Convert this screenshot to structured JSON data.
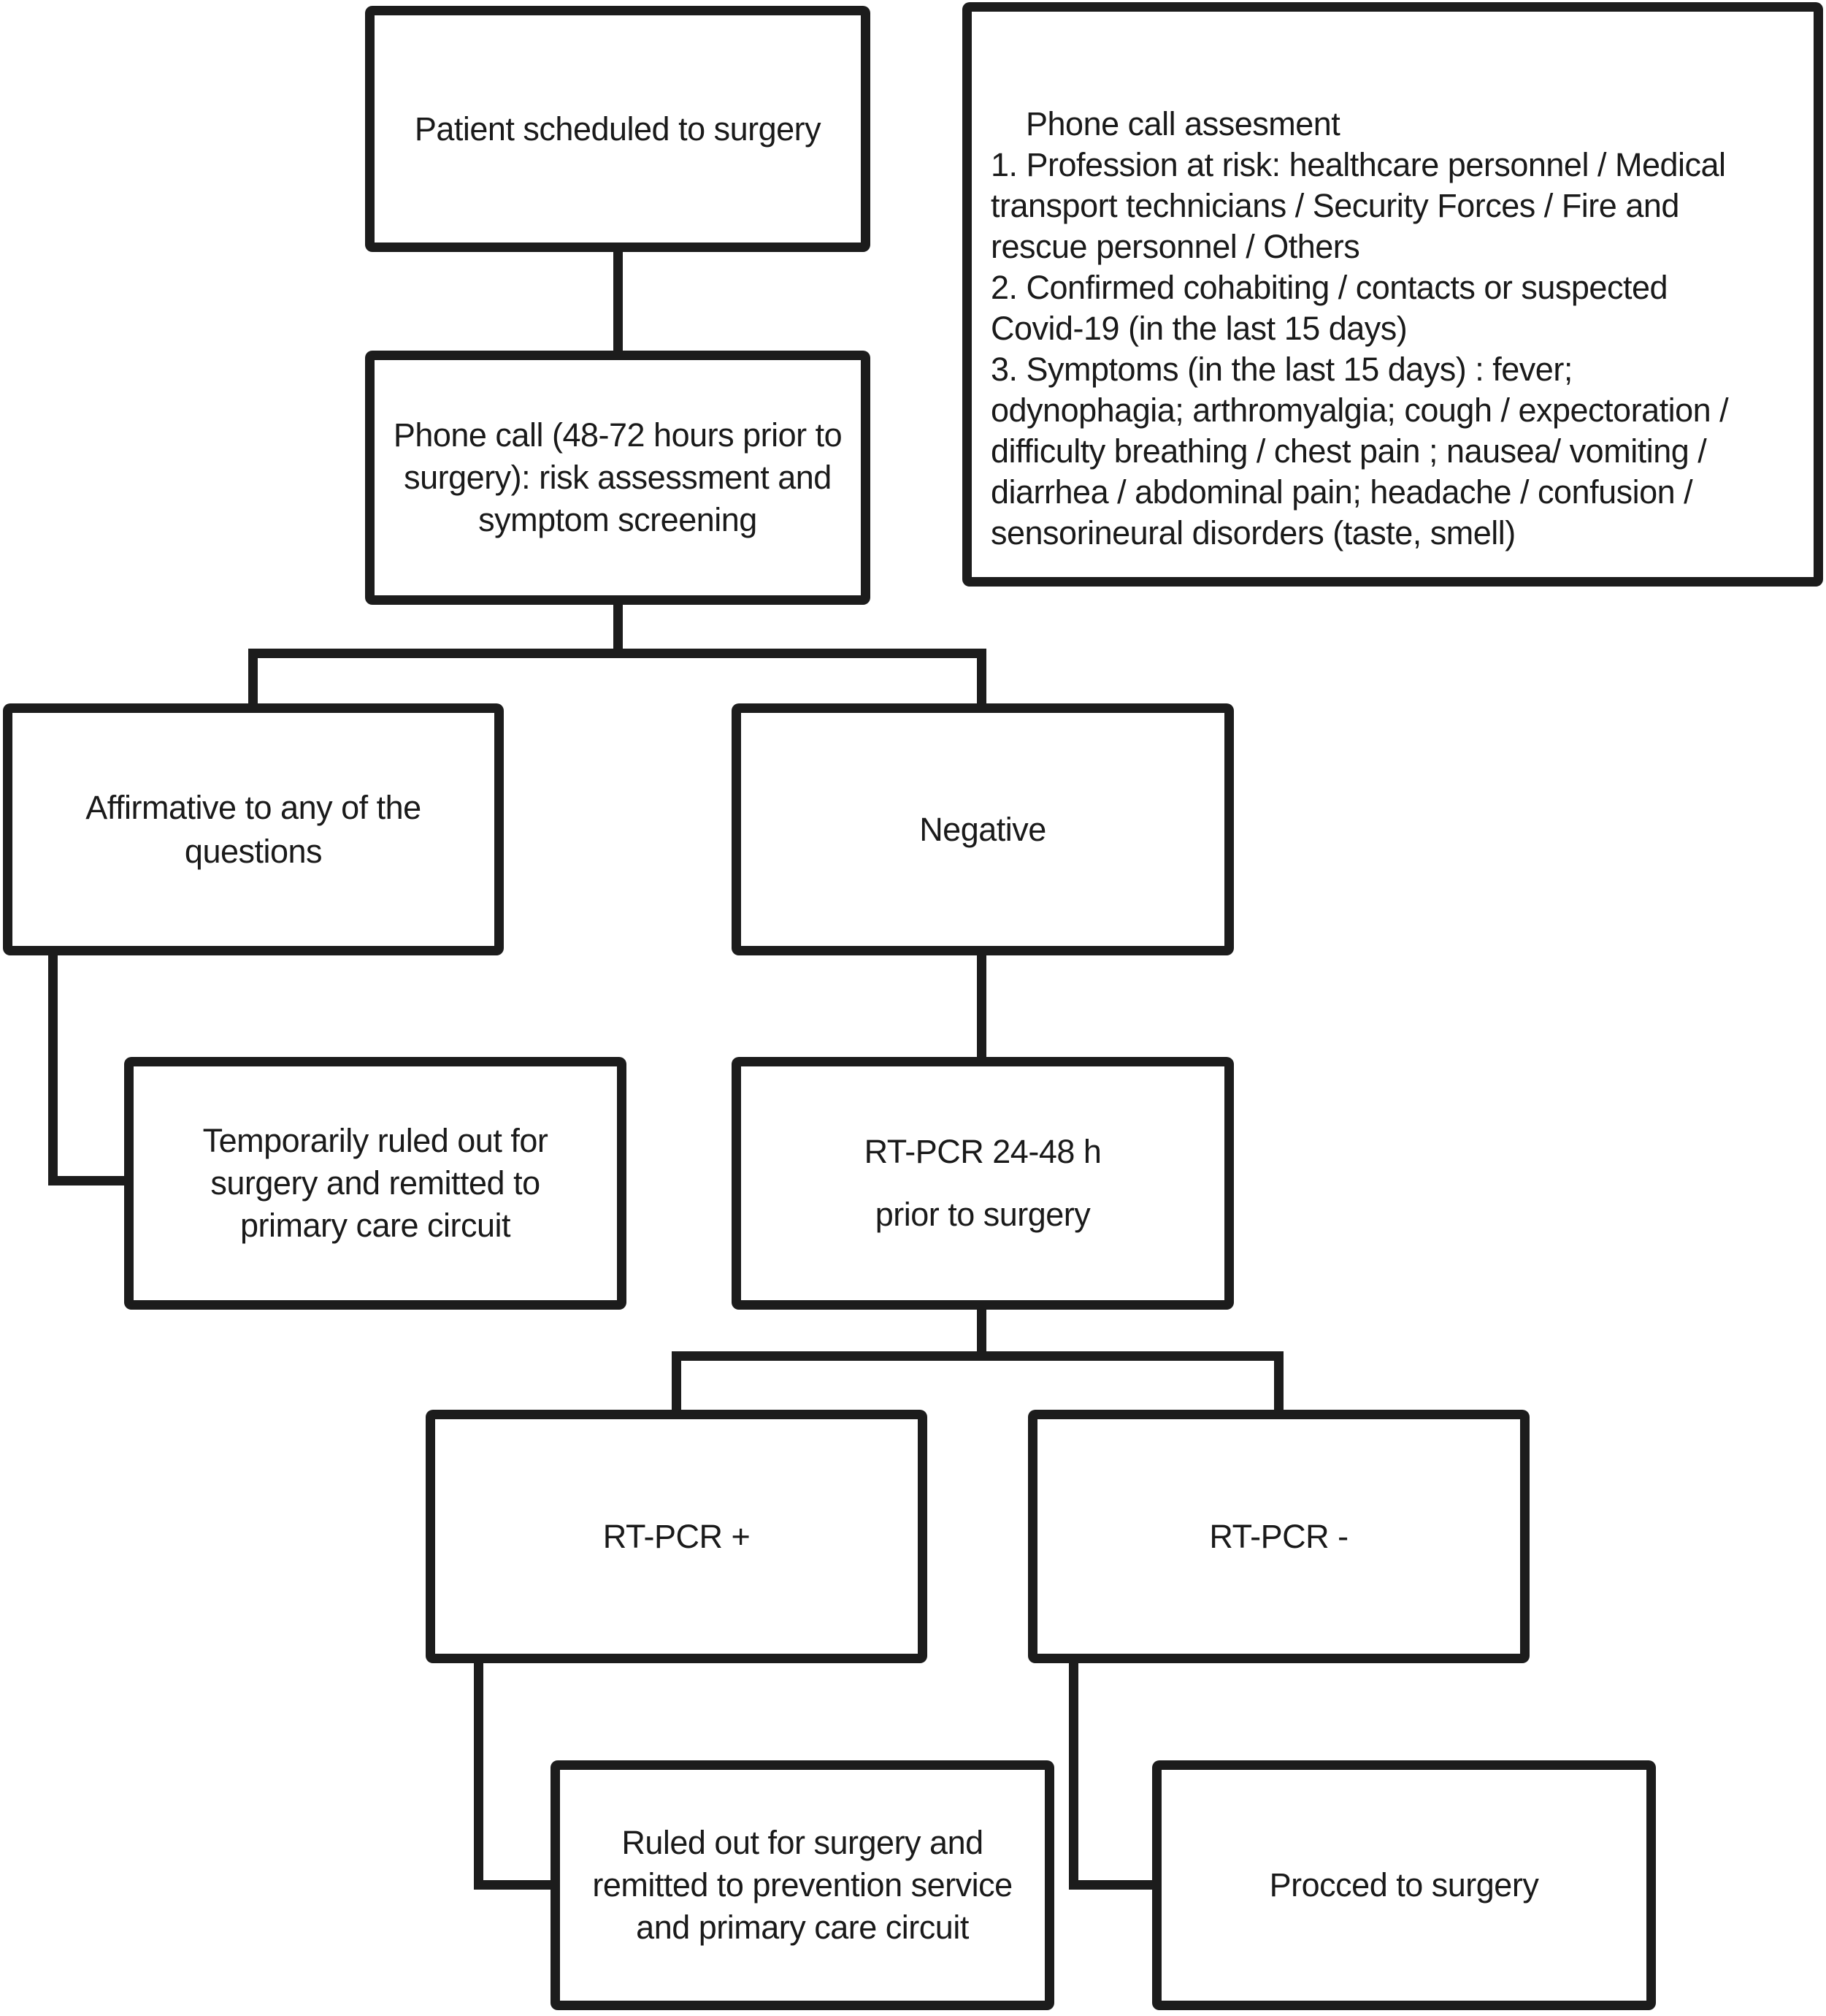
{
  "colors": {
    "line": "#1c1c1c",
    "text": "#1a1a1a",
    "background": "#ffffff"
  },
  "nodes": {
    "patient": {
      "text": "Patient scheduled to surgery"
    },
    "phone_call": {
      "text": "Phone call (48-72 hours prior to\nsurgery): risk assessment and\nsymptom screening"
    },
    "assessment_info": {
      "text": "Phone call assesment\n1. Profession at risk: healthcare personnel / Medical\ntransport technicians / Security Forces / Fire and\nrescue personnel / Others\n2. Confirmed cohabiting / contacts or suspected\nCovid-19 (in the last 15 days)\n3. Symptoms (in the last 15 days) : fever;\nodynophagia; arthromyalgia; cough / expectoration /\ndifficulty breathing / chest pain ; nausea/ vomiting /\ndiarrhea / abdominal pain; headache / confusion /\nsensorineural disorders (taste, smell)"
    },
    "affirmative": {
      "text": "Affirmative to any of the\nquestions"
    },
    "negative": {
      "text": "Negative"
    },
    "temporarily_ruled_out": {
      "text": "Temporarily ruled out for\nsurgery and remitted to\nprimary care circuit"
    },
    "rt_pcr_test": {
      "text": "RT-PCR 24-48 h\nprior to surgery"
    },
    "rt_pcr_positive": {
      "text": "RT-PCR +"
    },
    "rt_pcr_negative": {
      "text": "RT-PCR -"
    },
    "ruled_out": {
      "text": "Ruled out for surgery and\nremitted to prevention service\nand primary care circuit"
    },
    "proceed": {
      "text": "Procced to surgery"
    }
  },
  "edges": [
    {
      "from": "patient",
      "to": "phone_call"
    },
    {
      "from": "phone_call",
      "to": "affirmative"
    },
    {
      "from": "phone_call",
      "to": "negative"
    },
    {
      "from": "affirmative",
      "to": "temporarily_ruled_out"
    },
    {
      "from": "negative",
      "to": "rt_pcr_test"
    },
    {
      "from": "rt_pcr_test",
      "to": "rt_pcr_positive"
    },
    {
      "from": "rt_pcr_test",
      "to": "rt_pcr_negative"
    },
    {
      "from": "rt_pcr_positive",
      "to": "ruled_out"
    },
    {
      "from": "rt_pcr_negative",
      "to": "proceed"
    }
  ]
}
